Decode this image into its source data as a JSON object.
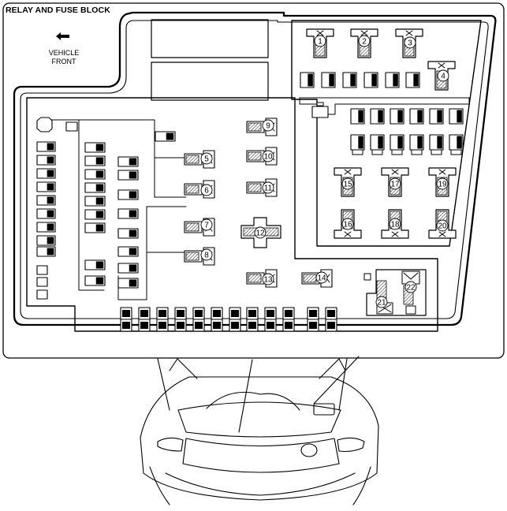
{
  "title": "RELAY AND FUSE BLOCK",
  "front_label": {
    "line1": "VEHICLE",
    "line2": "FRONT"
  },
  "callouts": [
    {
      "id": "1",
      "label": "1"
    },
    {
      "id": "2",
      "label": "2"
    },
    {
      "id": "3",
      "label": "3"
    },
    {
      "id": "4",
      "label": "4"
    },
    {
      "id": "5",
      "label": "5"
    },
    {
      "id": "6",
      "label": "6"
    },
    {
      "id": "7",
      "label": "7"
    },
    {
      "id": "8",
      "label": "8"
    },
    {
      "id": "9",
      "label": "9"
    },
    {
      "id": "10",
      "label": "10"
    },
    {
      "id": "11",
      "label": "11"
    },
    {
      "id": "12",
      "label": "12"
    },
    {
      "id": "13",
      "label": "13"
    },
    {
      "id": "14",
      "label": "14"
    },
    {
      "id": "15",
      "label": "15"
    },
    {
      "id": "16",
      "label": "16"
    },
    {
      "id": "17",
      "label": "17"
    },
    {
      "id": "18",
      "label": "18"
    },
    {
      "id": "19",
      "label": "19"
    },
    {
      "id": "20",
      "label": "20"
    },
    {
      "id": "21",
      "label": "21"
    },
    {
      "id": "22",
      "label": "22"
    }
  ]
}
